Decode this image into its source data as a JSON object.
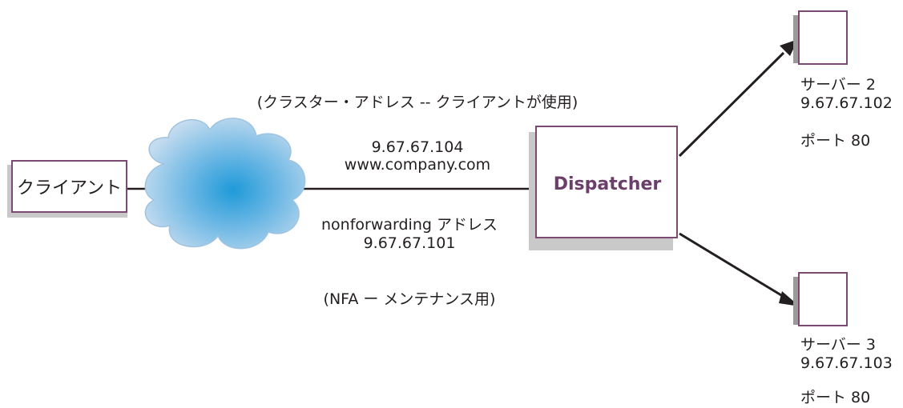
{
  "colors": {
    "box_border": "#7b4a72",
    "dispatcher_text": "#6b3f6a",
    "line": "#231f20",
    "shadow": "#c9c9c9",
    "cloud_center": "#1f9ad8",
    "cloud_edge": "#c5dcef"
  },
  "client": {
    "label": "クライアント"
  },
  "cloud": {
    "icon": "network-cloud-icon"
  },
  "labels": {
    "cluster_note": "(クラスター・アドレス -- クライアントが使用)",
    "cluster_ip": "9.67.67.104",
    "cluster_host": "www.company.com",
    "nfa_title": "nonforwarding アドレス",
    "nfa_ip": "9.67.67.101",
    "nfa_note": "(NFA ー メンテナンス用)"
  },
  "dispatcher": {
    "label": "Dispatcher"
  },
  "servers": [
    {
      "name": "サーバー 2",
      "ip": "9.67.67.102",
      "port": "ポート 80"
    },
    {
      "name": "サーバー 3",
      "ip": "9.67.67.103",
      "port": "ポート 80"
    }
  ]
}
